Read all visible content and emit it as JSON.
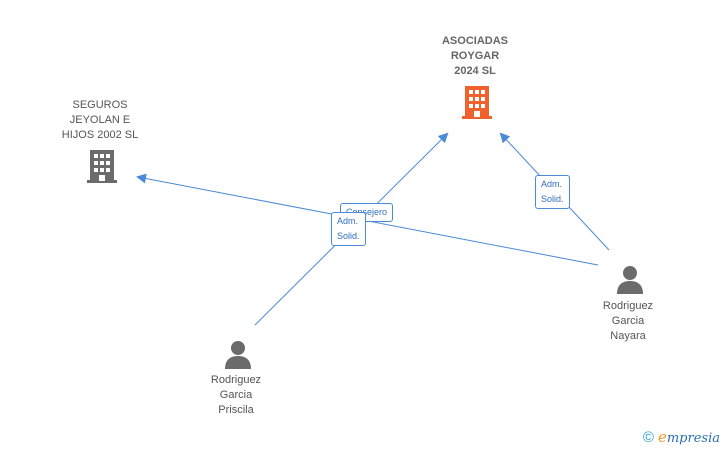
{
  "nodes": {
    "asociadas": {
      "label": "ASOCIADAS\nROYGAR\n2024  SL",
      "type": "company",
      "color": "#f0622d"
    },
    "seguros": {
      "label": "SEGUROS\nJEYOLAN E\nHIJOS 2002  SL",
      "type": "company",
      "color": "#666666"
    },
    "nayara": {
      "label": "Rodriguez\nGarcia\nNayara",
      "type": "person",
      "color": "#666666"
    },
    "priscila": {
      "label": "Rodriguez\nGarcia\nPriscila",
      "type": "person",
      "color": "#666666"
    }
  },
  "edges": {
    "nayara_seguros": "Consejero",
    "priscila_asociadas": "Adm.\nSolid.",
    "nayara_asociadas": "Adm.\nSolid."
  },
  "colors": {
    "edge": "#4a8ad6"
  },
  "brand": {
    "copyright": "©",
    "e_letter": "e",
    "name": "mpresia"
  }
}
